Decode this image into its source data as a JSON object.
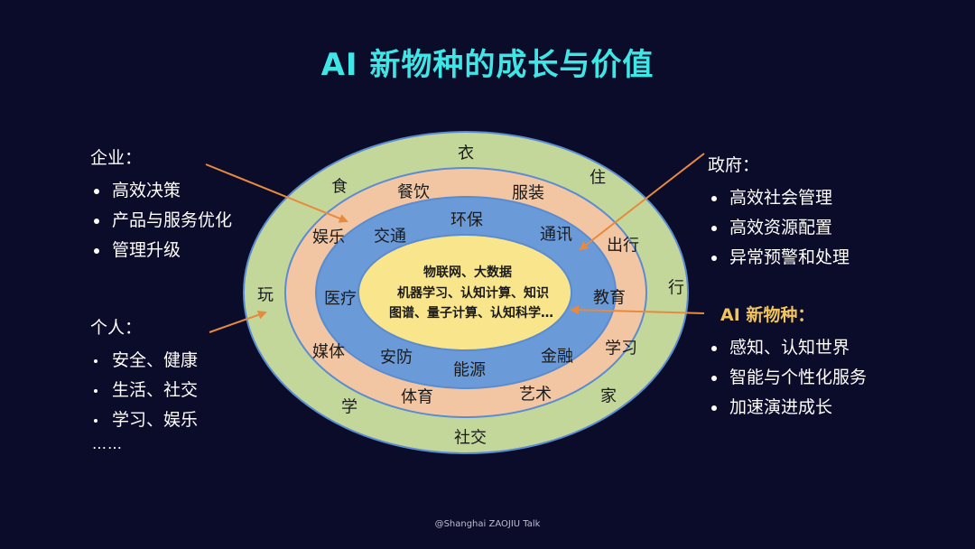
{
  "title": "AI 新物种的成长与价值",
  "colors": {
    "background": "#0b0b2a",
    "title": "#3fe6e6",
    "ring_outer": "#c4d79b",
    "ring_second": "#f3c6a3",
    "ring_third": "#6a9bd8",
    "core": "#f9e58c",
    "ring_stroke": "#5b8bd1",
    "arrow": "#e58a3e",
    "ai_highlight": "#f2c55a"
  },
  "rings": {
    "outer": [
      "衣",
      "住",
      "行",
      "家",
      "社交",
      "学",
      "玩",
      "食"
    ],
    "second": [
      "服装",
      "出行",
      "教育",
      "学习",
      "艺术",
      "体育",
      "媒体",
      "娱乐",
      "餐饮"
    ],
    "third": [
      "环保",
      "通讯",
      "金融",
      "能源",
      "安防",
      "医疗",
      "交通"
    ],
    "core": [
      "物联网、大数据",
      "机器学习、认知计算、知识",
      "图谱、量子计算、认知科学…"
    ]
  },
  "enterprise": {
    "heading": "企业：",
    "items": [
      "高效决策",
      "产品与服务优化",
      "管理升级"
    ]
  },
  "personal": {
    "heading": "个人：",
    "items": [
      "安全、健康",
      "生活、社交",
      "学习、娱乐"
    ],
    "more": "……"
  },
  "government": {
    "heading": "政府：",
    "items": [
      "高效社会管理",
      "高效资源配置",
      "异常预警和处理"
    ]
  },
  "ai_species": {
    "heading": "AI 新物种：",
    "items": [
      "感知、认知世界",
      "智能与个性化服务",
      "加速演进成长"
    ]
  },
  "footer": "@Shanghai ZAOJIU Talk"
}
